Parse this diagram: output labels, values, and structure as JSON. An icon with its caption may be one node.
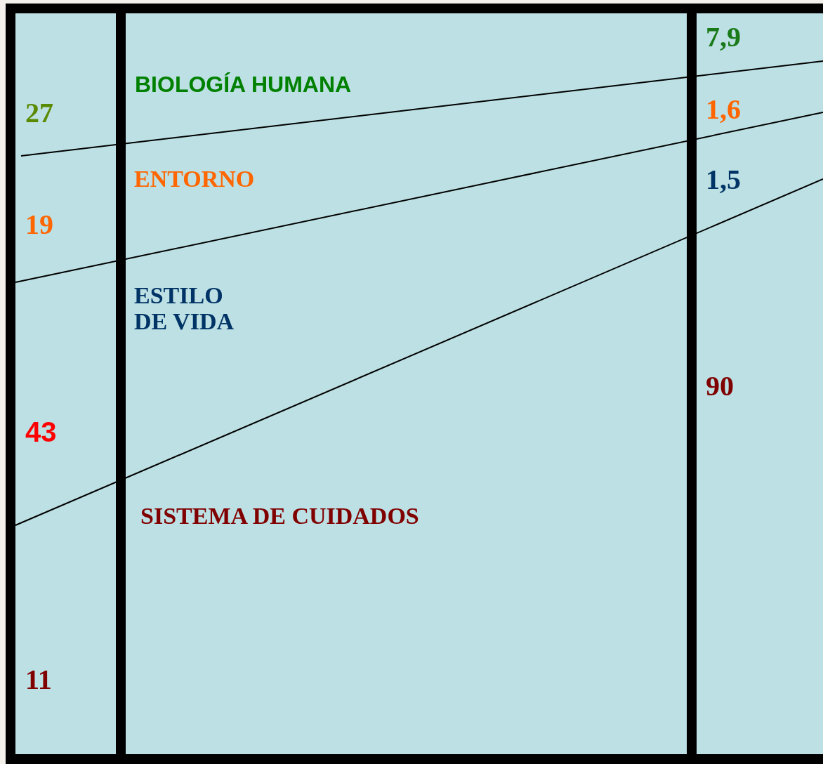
{
  "diagram": {
    "labels": [
      "7,9",
      "BIOLOGÍA HUMANA",
      "1,6",
      "27",
      "ENTORNO",
      "1,5",
      "19",
      "ESTILO DE VIDA",
      "90",
      "43",
      "SISTEMA DE CUIDADOS",
      "11"
    ]
  }
}
